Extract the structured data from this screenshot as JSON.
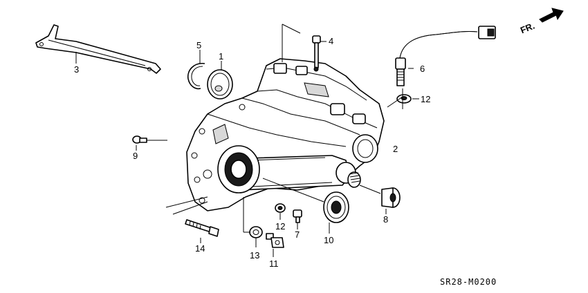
{
  "diagram_code": "SR28-M0200",
  "direction_label": "FR.",
  "callouts": [
    "1",
    "2",
    "3",
    "4",
    "5",
    "6",
    "7",
    "8",
    "9",
    "10",
    "11",
    "12",
    "12",
    "13",
    "14"
  ],
  "icons": [
    "direction-arrow-icon"
  ]
}
